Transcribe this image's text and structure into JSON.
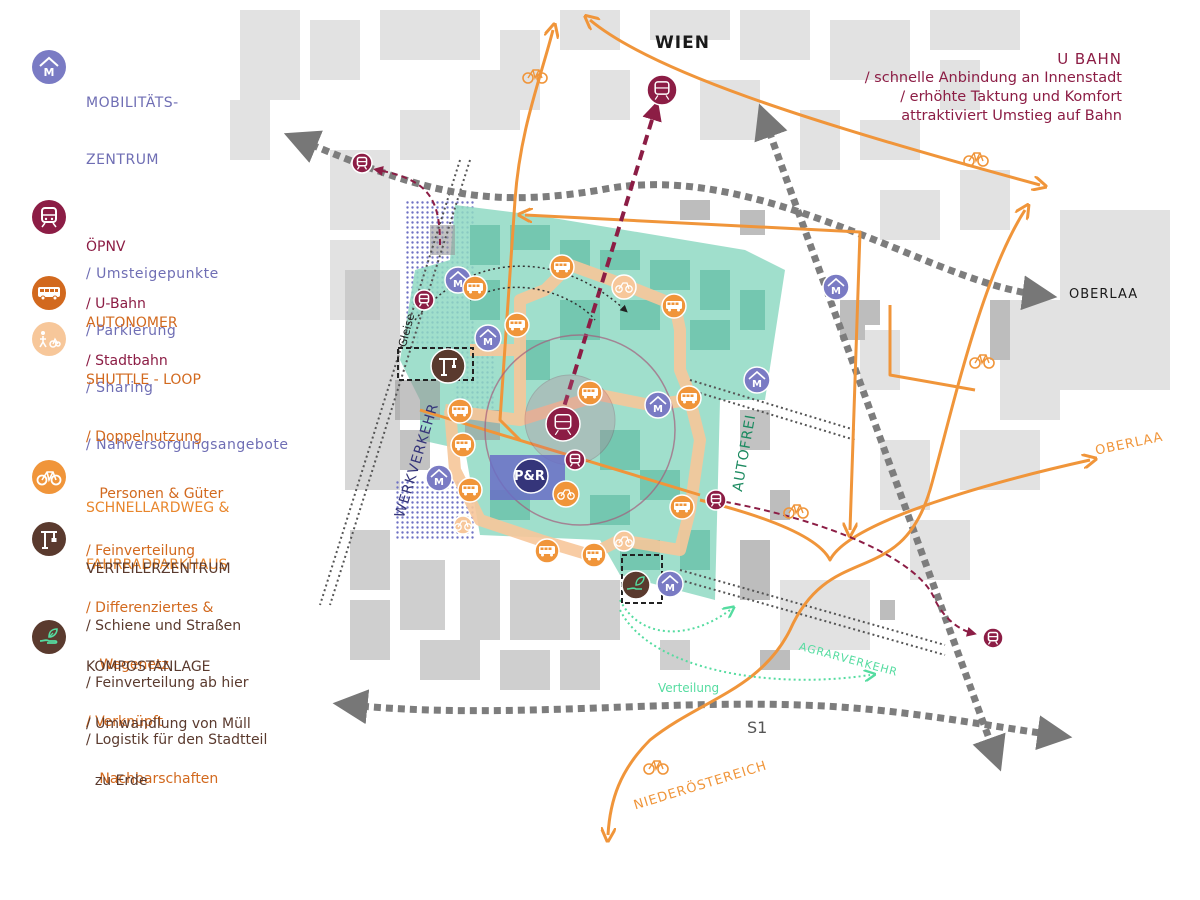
{
  "legend": {
    "mobility": {
      "icon": "mobility-hub-icon",
      "color": "#7a7bc4",
      "title_1": "MOBILITÄTS-",
      "title_2": "ZENTRUM",
      "items": [
        "/ Umsteigepunkte",
        "/ Parkierung",
        "/ Sharing",
        "/ Nahversorgungsangebote"
      ]
    },
    "oepnv": {
      "icon": "train-icon",
      "color": "#8c1d45",
      "title": "ÖPNV",
      "items": [
        "/ U-Bahn",
        "/ Stadtbahn"
      ]
    },
    "shuttle": {
      "icon": "bus-icon",
      "icon2": "person-bike-icon",
      "color": "#d2691e",
      "title_1": "AUTONOMER",
      "title_2": "SHUTTLE - LOOP",
      "items": [
        "/ Doppelnutzung",
        "   Personen & Güter",
        "/ Feinverteilung",
        "/ Differenziertes &",
        "   Wegenetz",
        "/ Verknüpft",
        "   Nachbarschaften"
      ]
    },
    "bike": {
      "icon": "bicycle-icon",
      "color": "#f0953a",
      "title_1": "SCHNELLARDWEG &",
      "title_2": "FAHRRADPARKHAUS"
    },
    "distribution": {
      "icon": "crane-icon",
      "color": "#5a3a2e",
      "title": "VERTEILERZENTRUM",
      "items": [
        "/ Schiene und Straßen",
        "/ Feinverteilung ab hier",
        "/ Logistik für den Stadtteil"
      ]
    },
    "compost": {
      "icon": "compost-hand-icon",
      "color": "#5a3a2e",
      "title": "KOMPOSTANLAGE",
      "items": [
        "/ Umwandlung von Müll",
        "  zu Erde"
      ]
    }
  },
  "ubahn_note": {
    "title": "U BAHN",
    "lines": [
      "/ schnelle Anbindung an Innenstadt",
      "/ erhöhte Taktung und Komfort",
      "attraktiviert Umstieg auf Bahn"
    ]
  },
  "map_labels": {
    "wien": "WIEN",
    "oberlaa_top": "OBERLAA",
    "oberlaa_right": "OBERLAA",
    "niederoesterreich": "NIEDERÖSTEREICH",
    "s1": "S1",
    "agrarverkehr": "AGRARVERKEHR",
    "verteilung": "Verteilung",
    "werkverkehr": "WERKVERKEHR",
    "autofrei": "AUTOFREI",
    "gleise": "Gleise",
    "park_ride": "P&R"
  },
  "colors": {
    "district": "#8fd9c3",
    "orange": "#f0953a",
    "light_orange": "#f7c79a",
    "maroon": "#8c1d45",
    "purple": "#7a7bc4",
    "navy": "#35357a",
    "brown": "#5a3a2e",
    "building": "#d4d4d4",
    "highway": "#8a8a8a",
    "green_path": "#55dca0"
  }
}
